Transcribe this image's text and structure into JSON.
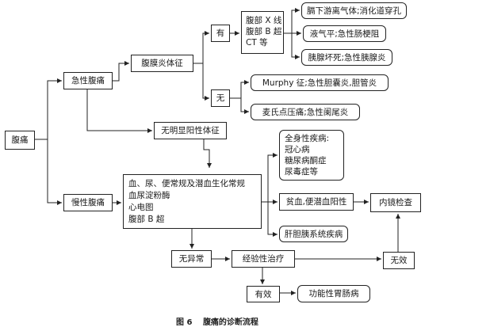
{
  "nodes": {
    "abdominal_pain": "腹痛",
    "acute": "急性腹痛",
    "chronic": "慢性腹痛",
    "peritonitis_signs": "腹膜炎体征",
    "no_positive_signs": "无明显阳性体征",
    "has": "有",
    "none": "无",
    "imaging": [
      "腹部 X 线",
      "腹部 B 超",
      "CT 等"
    ],
    "subphrenic_gas": "膈下游离气体;消化道穿孔",
    "air_fluid": "液气平;急性肠梗阻",
    "pancreatic_necrosis": "胰腺坏死;急性胰腺炎",
    "murphy": "Murphy 征;急性胆囊炎,胆管炎",
    "mcburney": "麦氏点压痛;急性阑尾炎",
    "lab_tests": [
      "血、尿、便常规及潜血生化常规",
      "血尿淀粉酶",
      "心电图",
      "腹部 B 超"
    ],
    "systemic": [
      "全身性疾病:",
      "冠心病",
      "糖尿病酮症",
      "尿毒症等"
    ],
    "anemia": "贫血,便潜血阳性",
    "hepatobiliary": "肝胆胰系统疾病",
    "endoscopy": "内镜检查",
    "no_abnormality": "无异常",
    "empirical": "经验性治疗",
    "ineffective": "无效",
    "effective": "有效",
    "functional": "功能性胃肠病"
  },
  "caption": {
    "figure": "图 6",
    "title": "腹痛的诊断流程"
  }
}
